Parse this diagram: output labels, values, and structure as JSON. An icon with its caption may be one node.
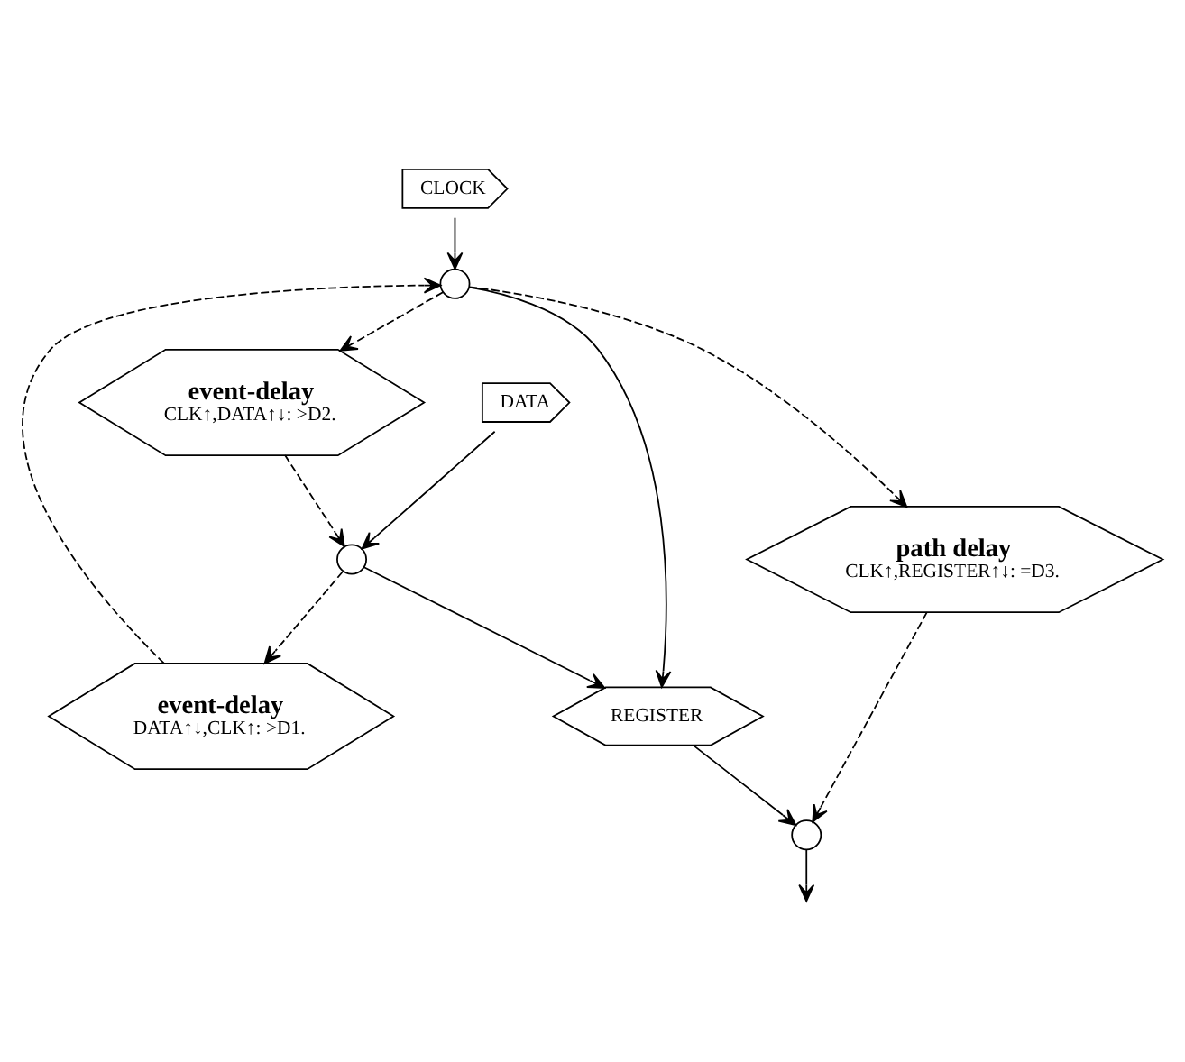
{
  "diagram": {
    "nodes": [
      {
        "text": [
          "CLOCK"
        ]
      },
      {
        "text": [
          "event-delay",
          "CLK↑,DATA↑↓: >D2."
        ]
      },
      {
        "text": [
          "DATA"
        ]
      },
      {
        "text": [],
        "shape": "circle"
      },
      {
        "text": [
          "event-delay",
          "DATA↑↓,CLK↑: >D1."
        ]
      },
      {
        "text": [],
        "shape": "circle"
      },
      {
        "text": [
          "REGISTER"
        ]
      },
      {
        "text": [
          "path delay",
          "CLK↑,REGISTER↑↓: =D3."
        ]
      },
      {
        "text": [],
        "shape": "circle"
      }
    ],
    "edges": [
      {
        "from": 0,
        "to": 5,
        "arrow": "to"
      },
      {
        "from": 5,
        "to": 1,
        "arrow": "to",
        "style": "dashed"
      },
      {
        "from": 1,
        "to": 3,
        "arrow": "to",
        "style": "dashed"
      },
      {
        "from": 2,
        "to": 3,
        "arrow": "to"
      },
      {
        "from": 3,
        "to": 4,
        "arrow": "to",
        "style": "dashed"
      },
      {
        "from": 4,
        "to": 5,
        "arrow": "to",
        "style": "dashed"
      },
      {
        "from": 3,
        "to": 6,
        "arrow": "to"
      },
      {
        "from": 5,
        "to": 6,
        "arrow": "to"
      },
      {
        "from": 5,
        "to": 7,
        "arrow": "to",
        "style": "dashed"
      },
      {
        "from": 6,
        "to": 8,
        "arrow": "to"
      },
      {
        "from": 7,
        "to": 8,
        "arrow": "to",
        "style": "dashed"
      },
      {
        "from": 8,
        "to": null,
        "arrow": "to"
      }
    ]
  }
}
